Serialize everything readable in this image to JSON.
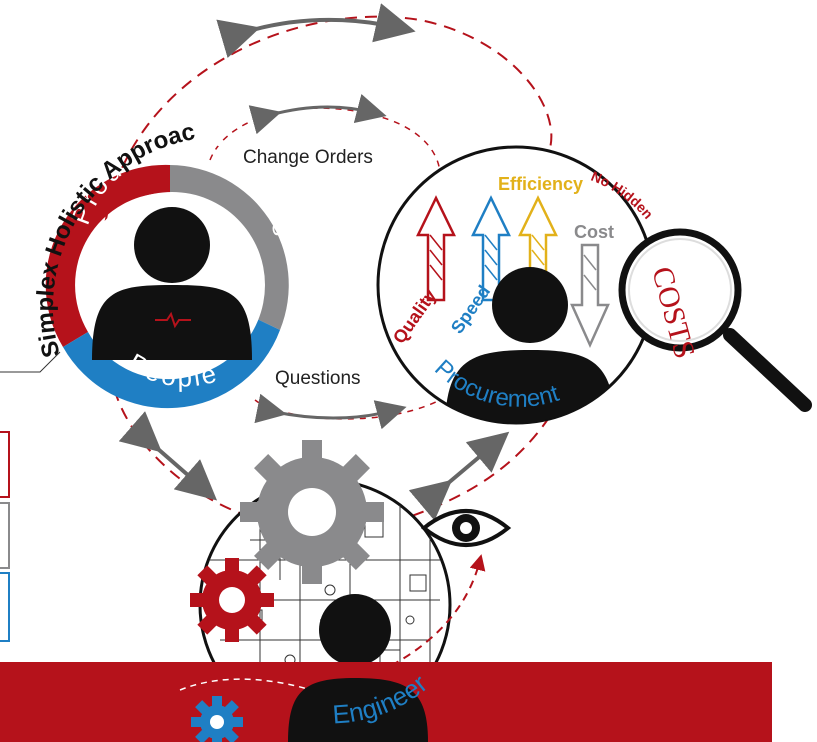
{
  "title": "Simplex Holistic Approach",
  "labels": {
    "change_orders": "Change Orders",
    "questions": "Questions"
  },
  "ring": {
    "product": "Product",
    "process": "Process",
    "people": "People"
  },
  "procurement": {
    "name": "Procurement",
    "quality": "Quality",
    "speed": "Speed",
    "efficiency": "Efficiency",
    "cost": "Cost",
    "no_hidden": "No Hidden",
    "costs": "COSTS"
  },
  "engineer": {
    "name": "Engineer"
  },
  "colors": {
    "red": "#b5121b",
    "gray": "#8a8a8c",
    "blue": "#1f7fc4",
    "yellow": "#e2b11a",
    "arrow_gray": "#666666"
  },
  "icons": [
    "person-icon",
    "gear-icon",
    "eye-icon",
    "magnifier-icon",
    "circuit-pattern"
  ]
}
